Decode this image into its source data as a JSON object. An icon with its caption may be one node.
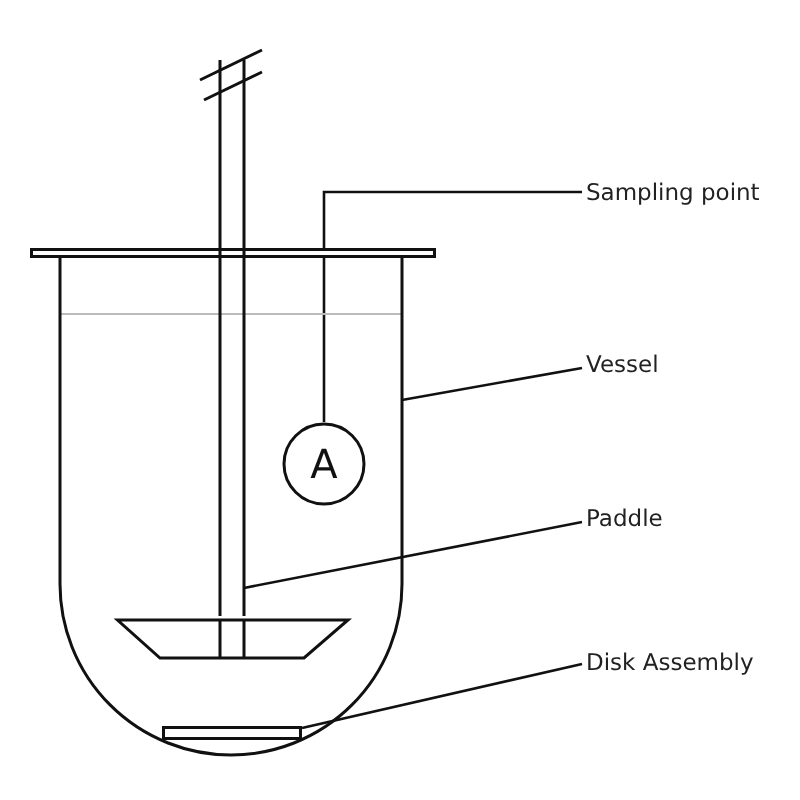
{
  "diagram": {
    "nodes": [
      {
        "text": [
          "Sampling point"
        ]
      },
      {
        "text": [
          "A"
        ],
        "in": 3
      },
      {
        "text": [
          "Vessel"
        ]
      },
      {
        "text": [],
        "shape": "vessel"
      },
      {
        "text": [
          "Paddle"
        ]
      },
      {
        "text": [],
        "shape": "paddle"
      },
      {
        "text": [
          "Disk Assembly"
        ]
      },
      {
        "text": [],
        "shape": "box",
        "in": 3
      }
    ],
    "edges": [
      {
        "from": 0,
        "to": 1,
        "arrow": "none"
      },
      {
        "from": 2,
        "to": 3,
        "arrow": "none"
      },
      {
        "from": 4,
        "to": 5,
        "arrow": "none"
      },
      {
        "from": 6,
        "to": 7,
        "arrow": "none"
      }
    ]
  }
}
